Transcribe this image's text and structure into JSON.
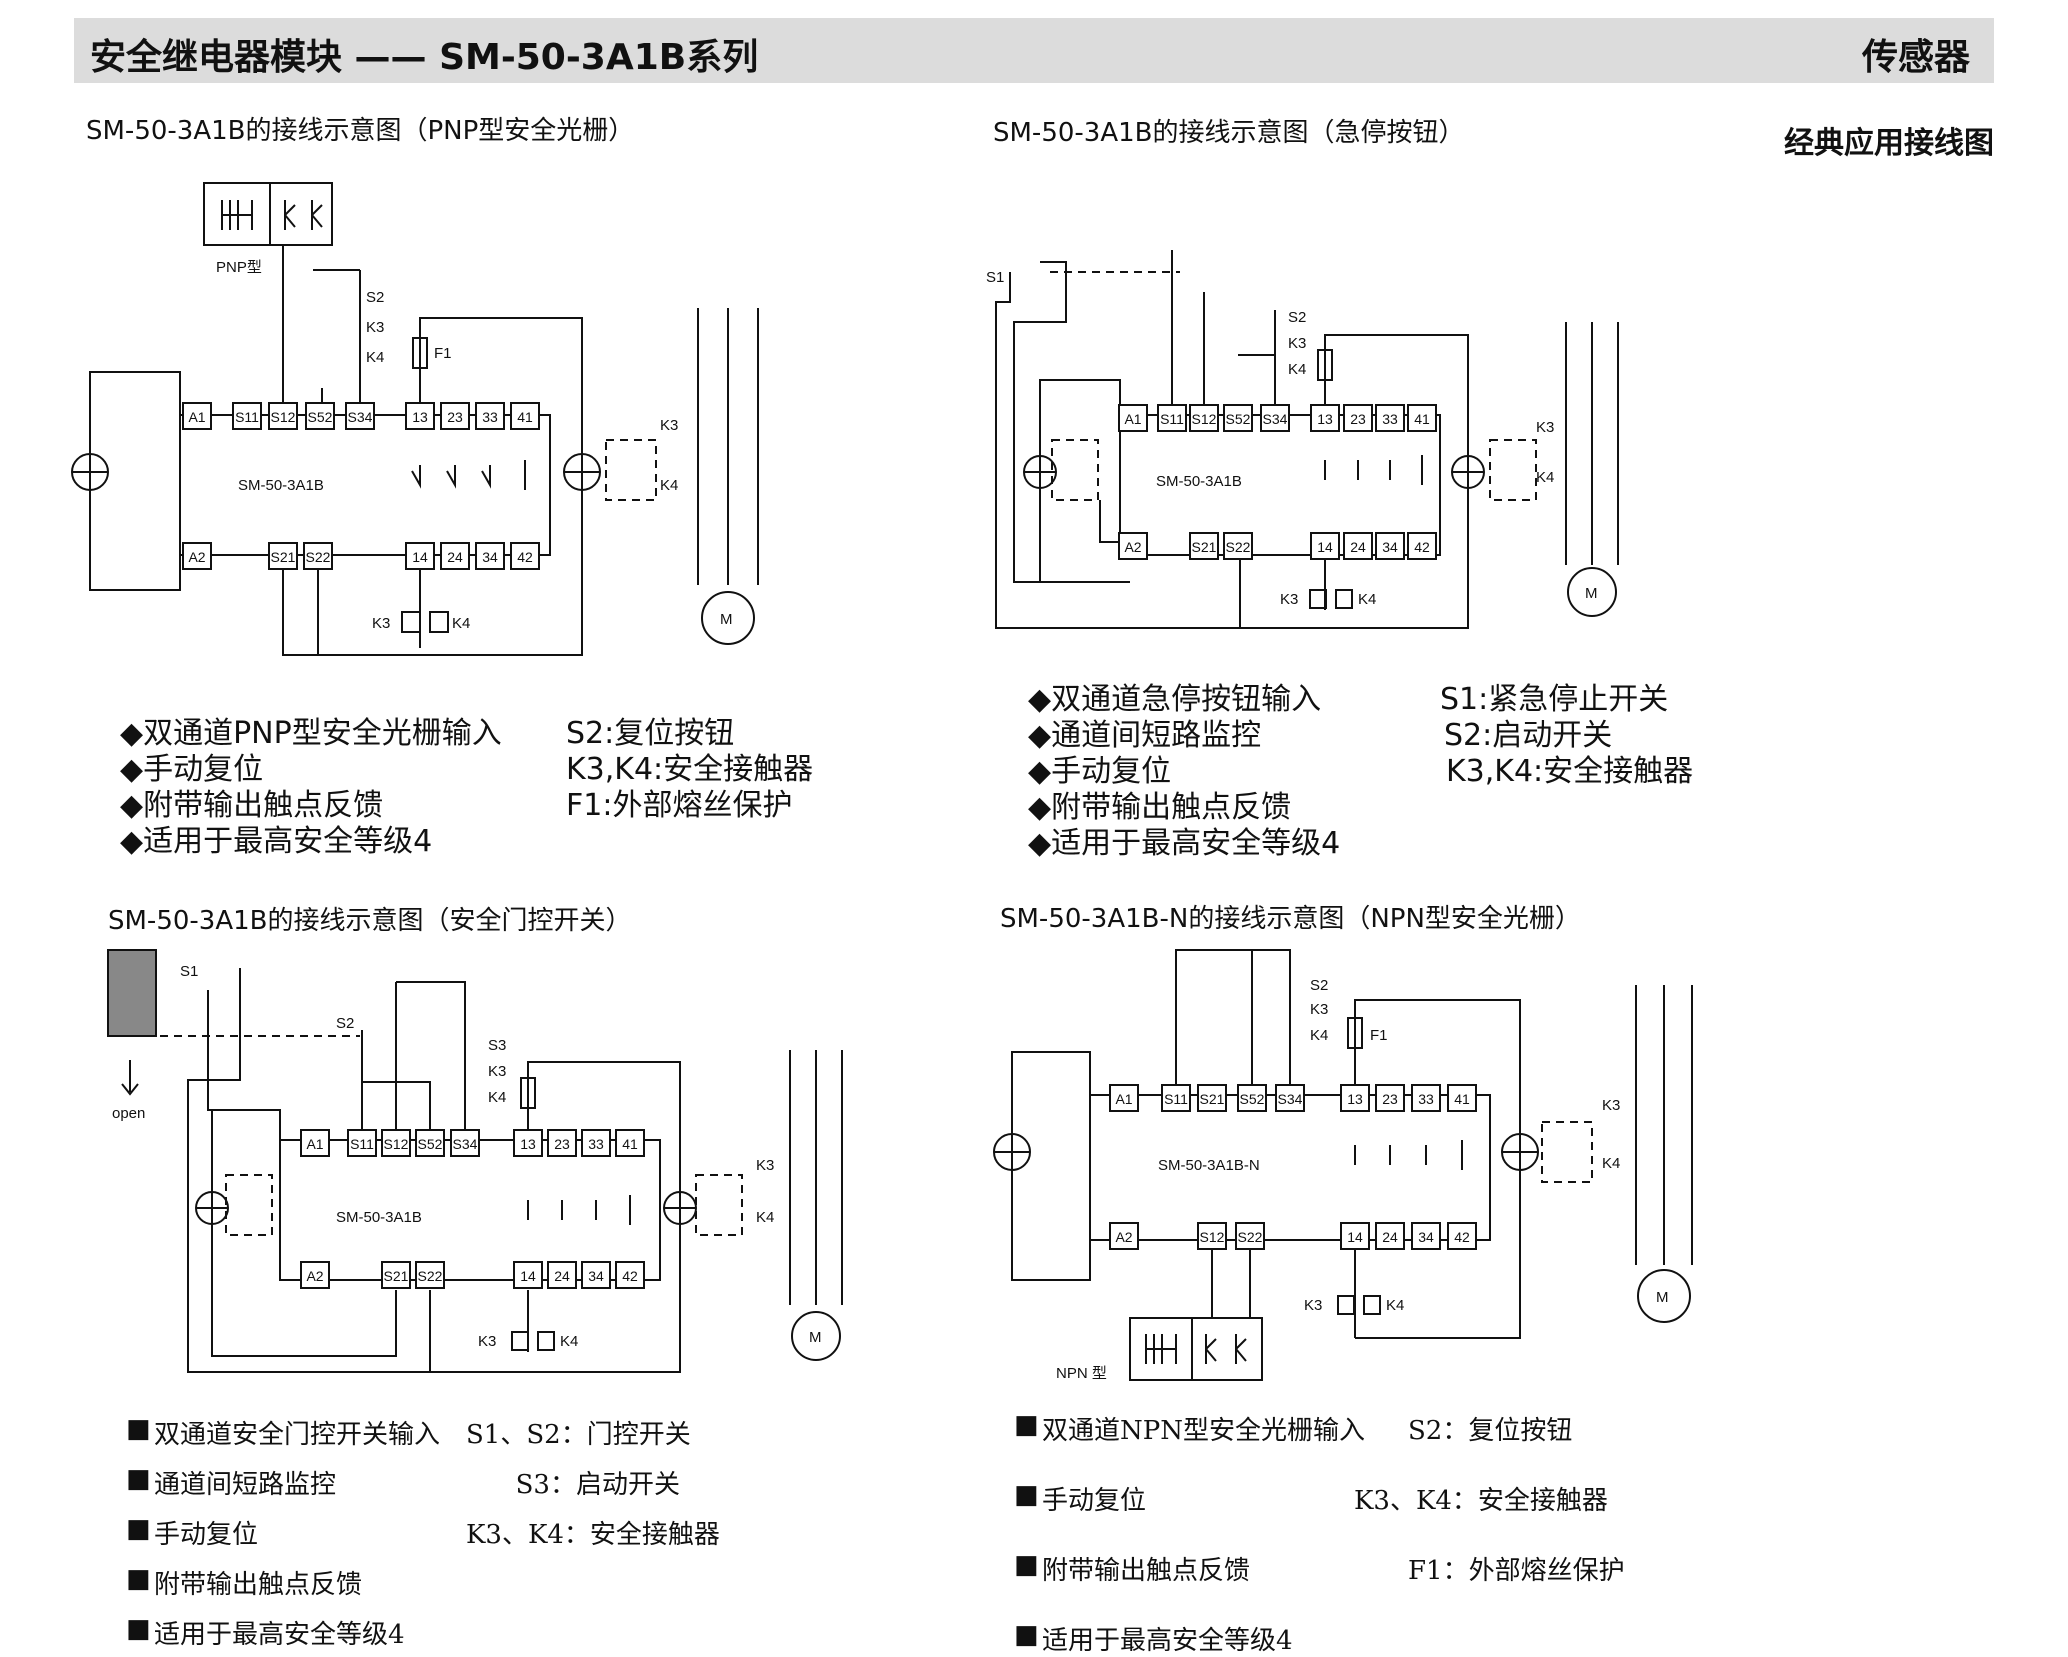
{
  "header": {
    "title": "安全继电器模块 —— SM-50-3A1B系列",
    "category": "传感器"
  },
  "subheader": "经典应用接线图",
  "diagrams": [
    {
      "caption": "SM-50-3A1B的接线示意图（PNP型安全光栅）",
      "module": "SM-50-3A1B",
      "sensor_label": "PNP型",
      "top_terminals": [
        "A1",
        "S11",
        "S12",
        "S52",
        "S34",
        "13",
        "23",
        "33",
        "41"
      ],
      "bottom_terminals": [
        "A2",
        "S21",
        "S22",
        "14",
        "24",
        "34",
        "42"
      ],
      "labels": {
        "reset": "S2",
        "k3": "K3",
        "k4": "K4",
        "fuse": "F1",
        "k3b": "K3",
        "k4b": "K4",
        "motor": "M"
      },
      "notes": [
        [
          "◆双通道PNP型安全光栅输入",
          "S2:复位按钮"
        ],
        [
          "◆手动复位",
          "K3,K4:安全接触器"
        ],
        [
          "◆附带输出触点反馈",
          " F1:外部熔丝保护"
        ],
        [
          "◆适用于最高安全等级4",
          ""
        ]
      ]
    },
    {
      "caption": "SM-50-3A1B的接线示意图（急停按钮）",
      "module": "SM-50-3A1B",
      "top_terminals": [
        "A1",
        "S11",
        "S12",
        "S52",
        "S34",
        "13",
        "23",
        "33",
        "41"
      ],
      "bottom_terminals": [
        "A2",
        "S21",
        "S22",
        "14",
        "24",
        "34",
        "42"
      ],
      "labels": {
        "estop": "S1",
        "reset": "S2",
        "k3": "K3",
        "k4": "K4",
        "k3b": "K3",
        "k4b": "K4",
        "motor": "M"
      },
      "notes": [
        [
          "◆双通道急停按钮输入",
          "S1:紧急停止开关"
        ],
        [
          "◆通道间短路监控",
          "S2:启动开关"
        ],
        [
          "◆手动复位",
          "K3,K4:安全接触器"
        ],
        [
          "◆附带输出触点反馈",
          ""
        ],
        [
          "◆适用于最高安全等级4",
          ""
        ]
      ]
    },
    {
      "caption": "SM-50-3A1B的接线示意图（安全门控开关）",
      "module": "SM-50-3A1B",
      "top_terminals": [
        "A1",
        "S11",
        "S12",
        "S52",
        "S34",
        "13",
        "23",
        "33",
        "41"
      ],
      "bottom_terminals": [
        "A2",
        "S21",
        "S22",
        "14",
        "24",
        "34",
        "42"
      ],
      "labels": {
        "s1": "S1",
        "s2": "S2",
        "reset": "S3",
        "k3": "K3",
        "k4": "K4",
        "k3b": "K3",
        "k4b": "K4",
        "motor": "M",
        "open": "open"
      },
      "notes": [
        [
          "双通道安全门控开关输入",
          "S1、S2：门控开关"
        ],
        [
          "通道间短路监控",
          "      S3：启动开关"
        ],
        [
          "手动复位",
          "K3、K4：安全接触器"
        ],
        [
          "附带输出触点反馈",
          ""
        ],
        [
          "适用于最高安全等级4",
          ""
        ]
      ]
    },
    {
      "caption": "SM-50-3A1B-N的接线示意图（NPN型安全光栅）",
      "module": "SM-50-3A1B-N",
      "sensor_label": "NPN 型",
      "top_terminals": [
        "A1",
        "S11",
        "S21",
        "S52",
        "S34",
        "13",
        "23",
        "33",
        "41"
      ],
      "bottom_terminals": [
        "A2",
        "S12",
        "S22",
        "14",
        "24",
        "34",
        "42"
      ],
      "labels": {
        "reset": "S2",
        "k3": "K3",
        "k4": "K4",
        "fuse": "F1",
        "k3b": "K3",
        "k4b": "K4",
        "motor": "M"
      },
      "notes": [
        [
          "双通道NPN型安全光栅输入",
          "S2：复位按钮"
        ],
        [
          "手动复位",
          "K3、K4：安全接触器"
        ],
        [
          "附带输出触点反馈",
          "F1：外部熔丝保护"
        ],
        [
          "适用于最高安全等级4",
          ""
        ]
      ]
    }
  ]
}
